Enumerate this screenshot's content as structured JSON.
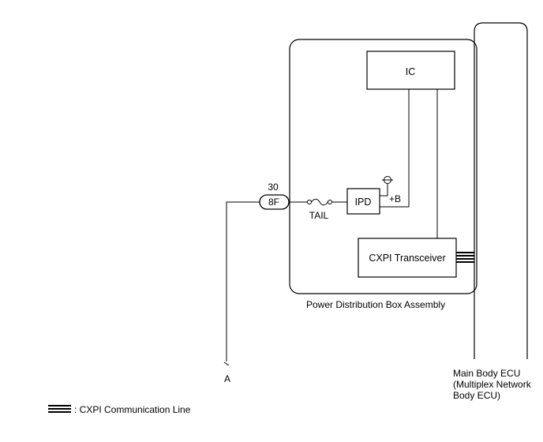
{
  "diagram": {
    "components": {
      "ic": "IC",
      "ipd": "IPD",
      "cxpi_transceiver": "CXPI Transceiver",
      "fuse": "TAIL",
      "battery": "+B"
    },
    "connector": {
      "pin": "30",
      "code": "8F"
    },
    "assembly_label": "Power Distribution Box Assembly",
    "ecu_label": [
      "Main Body ECU",
      "(Multiplex Network",
      "Body ECU)"
    ],
    "terminal": "A",
    "legend": {
      "text": ": CXPI Communication Line"
    }
  }
}
